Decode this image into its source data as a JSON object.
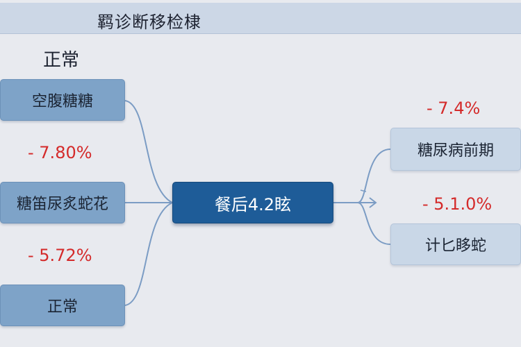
{
  "header": {
    "title": "羁诊断移检棣"
  },
  "section_label": "正常",
  "left_nodes": [
    {
      "label": "空腹糖糖"
    },
    {
      "label": "糖笛尿炙蛇花"
    },
    {
      "label": "正常"
    }
  ],
  "left_values": [
    "- 7.80%",
    "- 5.72%"
  ],
  "center_node": {
    "label": "餐后4.2眩"
  },
  "right_nodes": [
    {
      "label": "糖尿病前期"
    },
    {
      "label": "计匕眵蛇"
    }
  ],
  "right_values": [
    "- 7.4%",
    "- 5.1.0%"
  ],
  "colors": {
    "center": "#1e5c98",
    "left": "#7ea3c8",
    "right": "#c9d7e7",
    "connector": "#7b9cc4",
    "value": "#d42a2a"
  }
}
